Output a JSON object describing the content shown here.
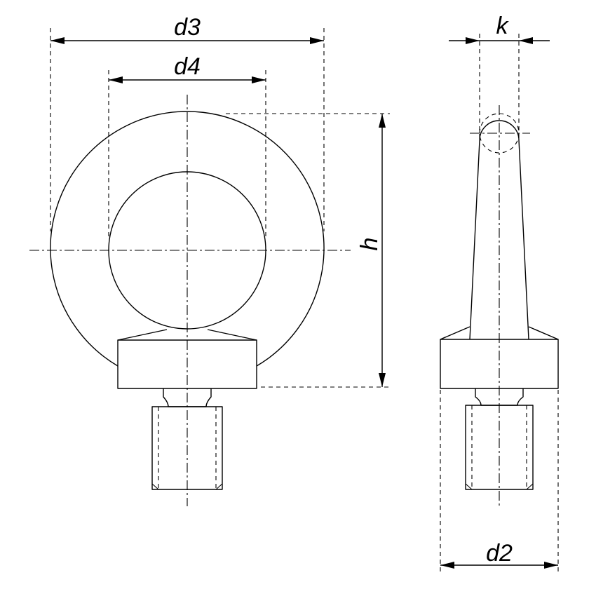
{
  "labels": {
    "d3": "d3",
    "d4": "d4",
    "h": "h",
    "k": "k",
    "d2": "d2"
  }
}
